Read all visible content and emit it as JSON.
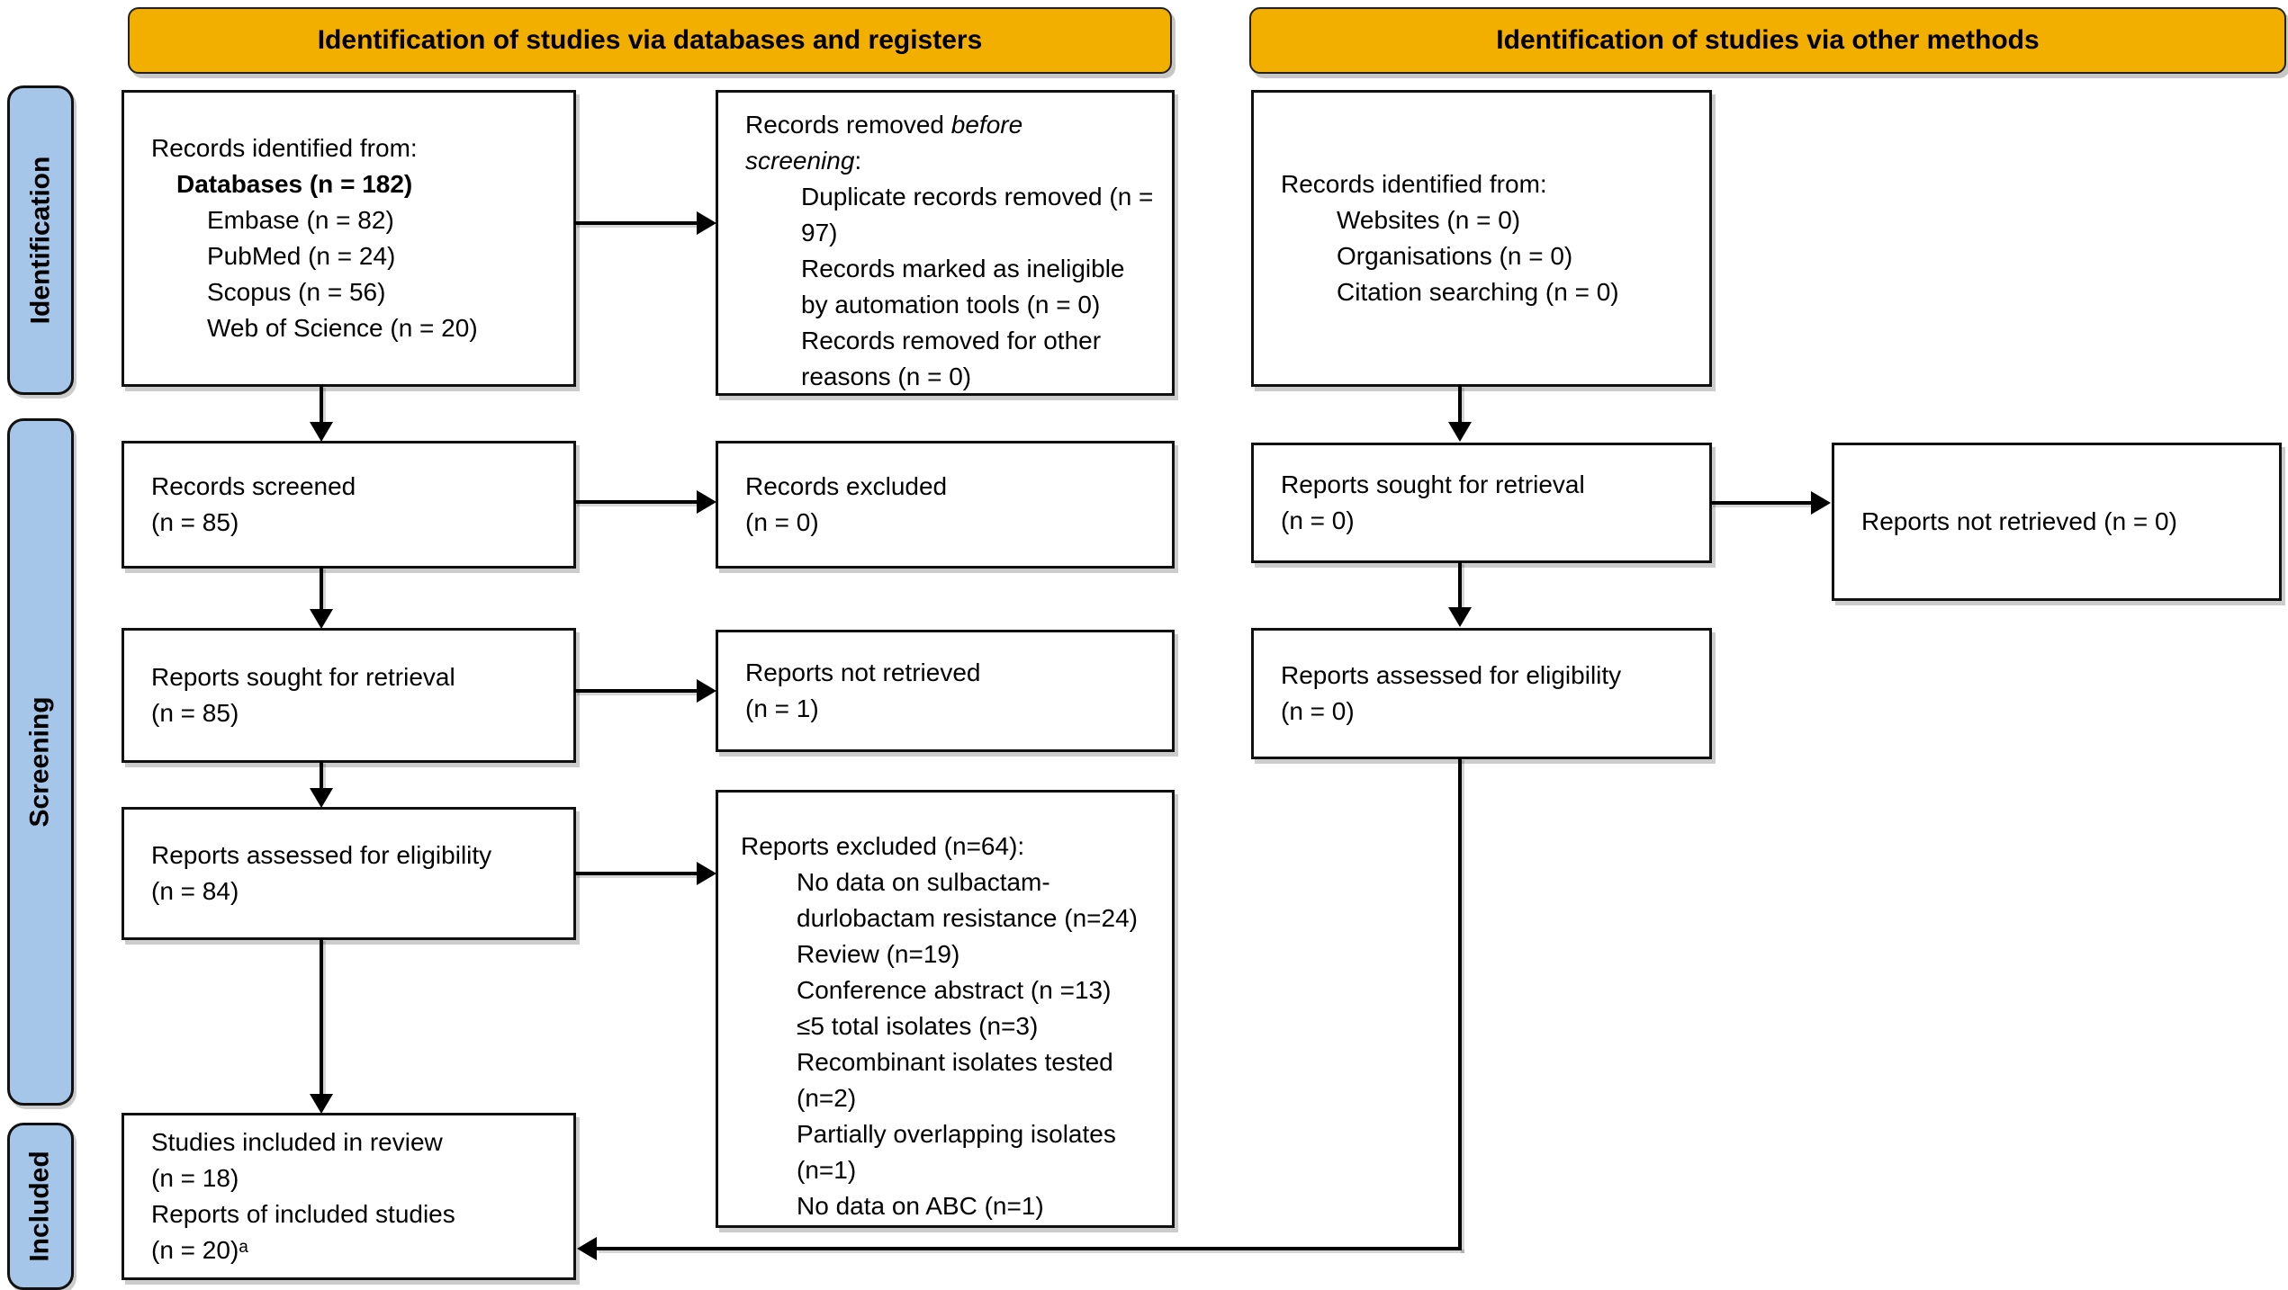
{
  "banners": {
    "databases": "Identification of studies via databases and registers",
    "other": "Identification of studies via other methods"
  },
  "stages": {
    "identification": "Identification",
    "screening": "Screening",
    "included": "Included"
  },
  "left": {
    "identified": {
      "intro": "Records identified from:",
      "total": "Databases (n = 182)",
      "sources": [
        "Embase (n = 82)",
        "PubMed (n = 24)",
        "Scopus (n = 56)",
        "Web of Science (n = 20)"
      ]
    },
    "screened": {
      "lines": [
        "Records screened",
        "(n = 85)"
      ]
    },
    "sought": {
      "lines": [
        "Reports sought for retrieval",
        "(n = 85)"
      ]
    },
    "assessed": {
      "lines": [
        "Reports assessed for eligibility",
        "(n = 84)"
      ]
    },
    "included": {
      "lines": [
        "Studies included in review",
        "(n = 18)",
        "Reports of included studies",
        "(n = 20)ᵃ"
      ]
    }
  },
  "middle": {
    "removed": {
      "intro_prefix": "Records removed ",
      "intro_italic": "before screening",
      "intro_suffix": ":",
      "reasons": [
        "Duplicate records removed (n = 97)",
        "Records marked as ineligible by automation tools (n = 0)",
        "Records removed for other reasons (n = 0)"
      ]
    },
    "excluded": {
      "lines": [
        "Records excluded",
        "(n = 0)"
      ]
    },
    "not_retrieved": {
      "lines": [
        "Reports not retrieved",
        "(n = 1)"
      ]
    },
    "excluded_reports": {
      "title": "Reports excluded (n=64):",
      "reasons": [
        "No data on sulbactam-durlobactam resistance (n=24)",
        "Review (n=19)",
        "Conference abstract (n =13)",
        "≤5 total isolates (n=3)",
        "Recombinant isolates tested (n=2)",
        "Partially overlapping isolates (n=1)",
        "No data on ABC (n=1)"
      ]
    }
  },
  "right": {
    "identified": {
      "intro": "Records identified from:",
      "sources": [
        "Websites (n = 0)",
        "Organisations (n = 0)",
        "Citation searching (n = 0)"
      ]
    },
    "sought": {
      "lines": [
        "Reports sought for retrieval",
        "(n = 0)"
      ]
    },
    "assessed": {
      "lines": [
        "Reports assessed for eligibility",
        "(n = 0)"
      ]
    },
    "not_retrieved": {
      "text": "Reports not retrieved (n = 0)"
    }
  },
  "colors": {
    "banner_fill": "#F2AF00",
    "stage_fill": "#A5C6E9",
    "box_border": "#111111",
    "connector": "#000000"
  }
}
